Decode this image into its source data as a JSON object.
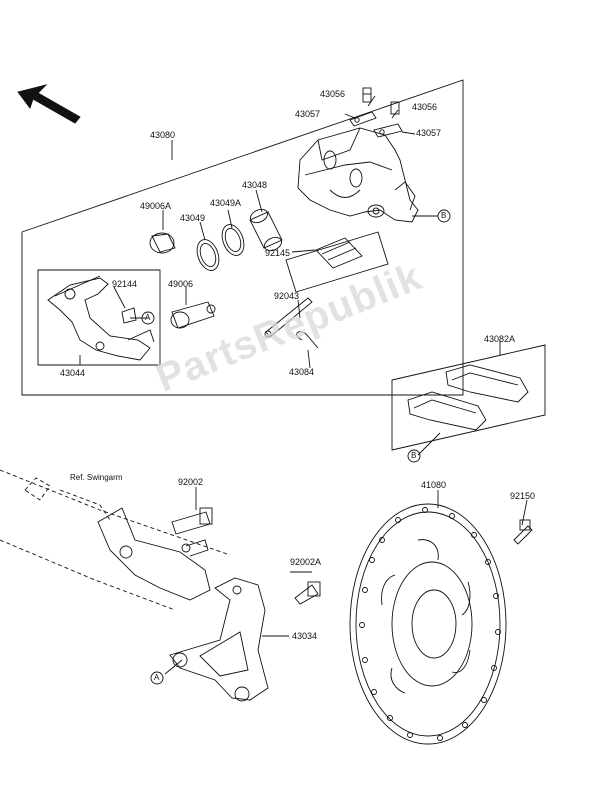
{
  "watermark": "PartsRepublik",
  "ref_note": "Ref. Swingarm",
  "callouts": {
    "A": "A",
    "B": "B"
  },
  "parts": {
    "p43056a": "43056",
    "p43056b": "43056",
    "p43057a": "43057",
    "p43057b": "43057",
    "p43080": "43080",
    "p43048": "43048",
    "p49006A": "49006A",
    "p43049": "43049",
    "p43049A": "43049A",
    "p92145": "92145",
    "p92144": "92144",
    "p49006": "49006",
    "p92043": "92043",
    "p43044": "43044",
    "p43084": "43084",
    "p43082A": "43082A",
    "p92002": "92002",
    "p41080": "41080",
    "p92150": "92150",
    "p92002A": "92002A",
    "p43034": "43034"
  },
  "colors": {
    "line": "#111111",
    "watermark": "#d9d9d9",
    "background": "#ffffff"
  }
}
